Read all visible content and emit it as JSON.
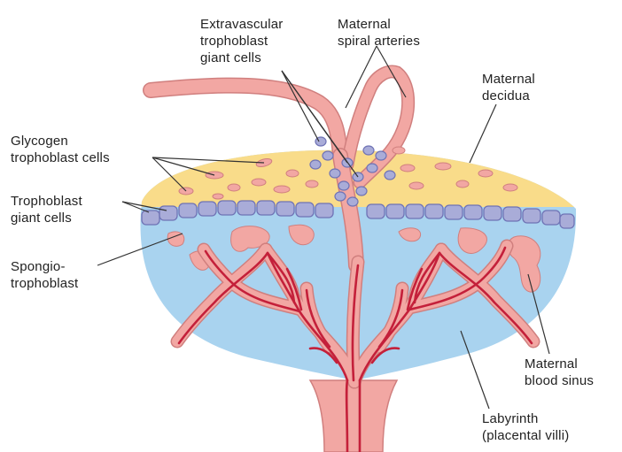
{
  "labels": {
    "extravascular_line1": "Extravascular",
    "extravascular_line2": "trophoblast",
    "extravascular_line3": "giant cells",
    "spiral_line1": "Maternal",
    "spiral_line2": "spiral arteries",
    "decidua_line1": "Maternal",
    "decidua_line2": "decidua",
    "glycogen_line1": "Glycogen",
    "glycogen_line2": "trophoblast cells",
    "tgc_line1": "Trophoblast",
    "tgc_line2": "giant cells",
    "spongio_line1": "Spongio-",
    "spongio_line2": "trophoblast",
    "sinus_line1": "Maternal",
    "sinus_line2": "blood sinus",
    "labyrinth_line1": "Labyrinth",
    "labyrinth_line2": "(placental villi)"
  },
  "colors": {
    "decidua": "#f9dc8a",
    "labyrinth": "#a9d3ef",
    "vessel_pink": "#f2a7a3",
    "vessel_outline": "#d07f7e",
    "fetal_vessel": "#c4203a",
    "cell": "#a9acd8",
    "cell_outline": "#6f73b5",
    "leader": "#333333"
  }
}
